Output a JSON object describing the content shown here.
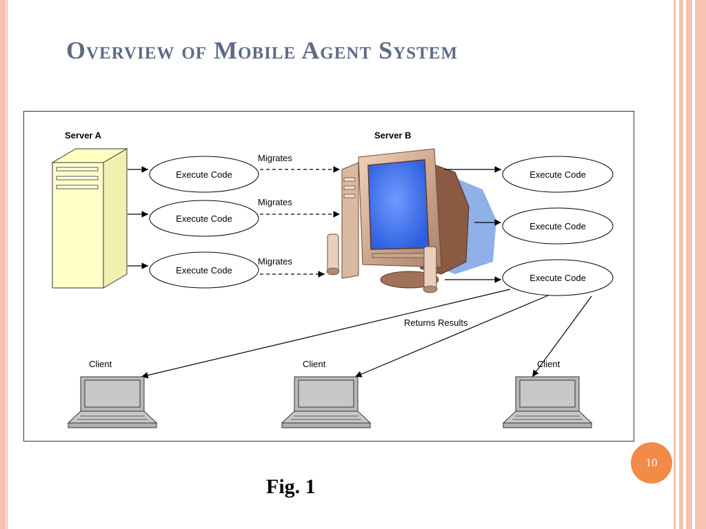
{
  "slide": {
    "title": "Overview of Mobile Agent System",
    "caption": "Fig. 1",
    "page_number": "10"
  },
  "diagram": {
    "server_a_label": "Server A",
    "server_b_label": "Server B",
    "execute_code_label": "Execute Code",
    "migrates_label": "Migrates",
    "returns_results_label": "Returns Results",
    "client_label": "Client"
  },
  "colors": {
    "title": "#5d6b86",
    "accent": "#f28a49",
    "stripe": "#f6c3b0",
    "server_a_fill": "#ffffc0",
    "monitor_screen": "#4f7ff0",
    "monitor_shadow": "#8fb0e8"
  }
}
